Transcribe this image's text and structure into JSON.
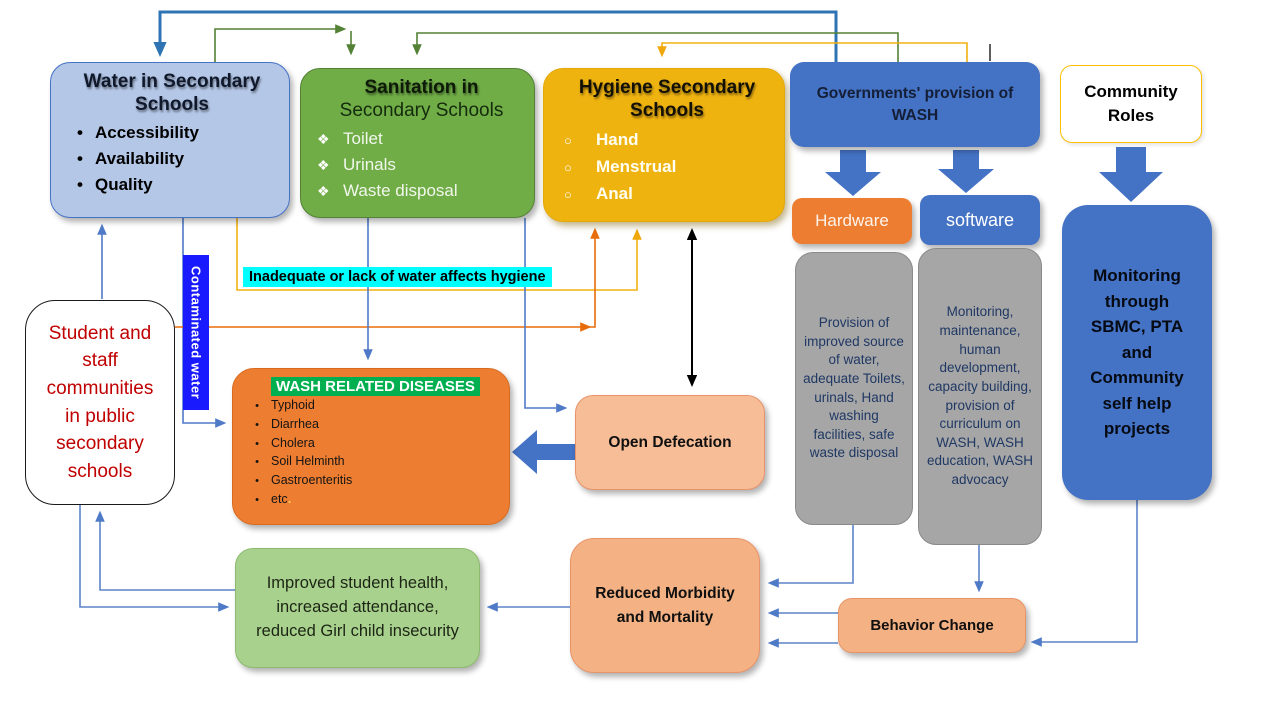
{
  "diagram": {
    "water": {
      "title": "Water in Secondary Schools",
      "bullet": "•",
      "items": [
        "Accessibility",
        "Availability",
        "Quality"
      ]
    },
    "sanitation": {
      "title1": "Sanitation in",
      "title2": "Secondary Schools",
      "bullet": "❖",
      "items": [
        "Toilet",
        "Urinals",
        "Waste disposal"
      ]
    },
    "hygiene": {
      "title": "Hygiene Secondary Schools",
      "bullet": "○",
      "items": [
        "Hand",
        "Menstrual",
        "Anal"
      ]
    },
    "government": {
      "label": "Governments'  provision of WASH"
    },
    "community": {
      "label": "Community Roles"
    },
    "hardware": {
      "label": "Hardware"
    },
    "software": {
      "label": "software"
    },
    "hardware_notes": {
      "text": "Provision of improved source of water, adequate Toilets, urinals, Hand washing facilities, safe waste disposal"
    },
    "software_notes": {
      "text": "Monitoring, maintenance, human development, capacity building, provision of curriculum on WASH, WASH education, WASH advocacy"
    },
    "monitoring": {
      "text": "Monitoring through SBMC, PTA and Community self help projects"
    },
    "students": {
      "text": "Student and staff communities in public secondary schools"
    },
    "diseases": {
      "title": "WASH RELATED DISEASES",
      "bullet": "•",
      "items": [
        "Typhoid",
        "Diarrhea",
        "Cholera",
        "Soil Helminth",
        "Gastroenteritis",
        "etc"
      ],
      "dot": "."
    },
    "open_defecation": {
      "label": "Open Defecation"
    },
    "improved": {
      "text": "Improved student health, increased attendance, reduced Girl child insecurity"
    },
    "reduced": {
      "label": "Reduced Morbidity and Mortality"
    },
    "behavior": {
      "label": "Behavior Change"
    },
    "notes": {
      "inadequate": "Inadequate or lack of water affects hygiene",
      "contaminated": "Contaminated water"
    },
    "colors": {
      "blue": "#4472c4",
      "steel_blue": "#2e74b5",
      "light_blue_fill": "#b4c7e7",
      "green": "#70ad47",
      "green_dark": "#538135",
      "gold": "#ffc000",
      "gold_fill": "#efb310",
      "orange": "#ed7d31",
      "peach": "#f4b183",
      "gray": "#a6a6a6",
      "navy_text": "#1f3864",
      "red_text": "#c00000",
      "cyan_highlight": "#00ffff",
      "green_highlight": "#00b050",
      "label_blue": "#1a1aff"
    }
  }
}
